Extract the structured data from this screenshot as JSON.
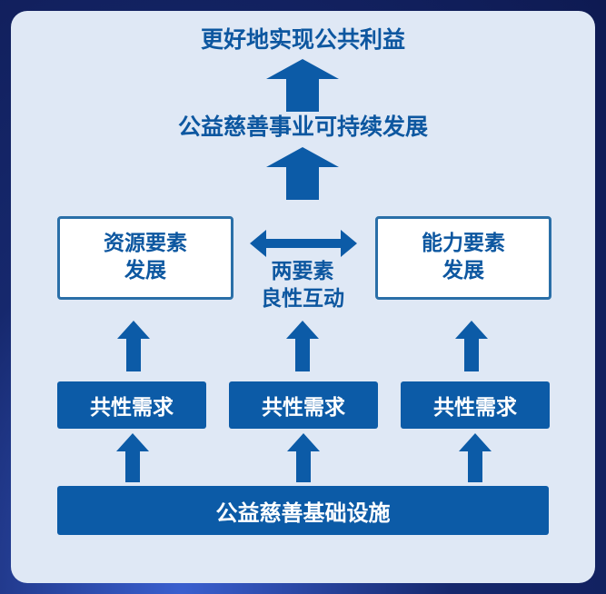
{
  "diagram": {
    "top_goal": "更好地实现公共利益",
    "second_goal": "公益慈善事业可持续发展",
    "left_element": [
      "资源要素",
      "发展"
    ],
    "right_element": [
      "能力要素",
      "发展"
    ],
    "interaction": [
      "两要素",
      "良性互动"
    ],
    "common_needs": [
      "共性需求",
      "共性需求",
      "共性需求"
    ],
    "foundation": "公益慈善基础设施"
  },
  "colors": {
    "primary_blue": "#0c5ba7",
    "text_blue": "#0d57a0",
    "panel_bg": "#dfe8f5",
    "frame_bg": "#16286d"
  }
}
